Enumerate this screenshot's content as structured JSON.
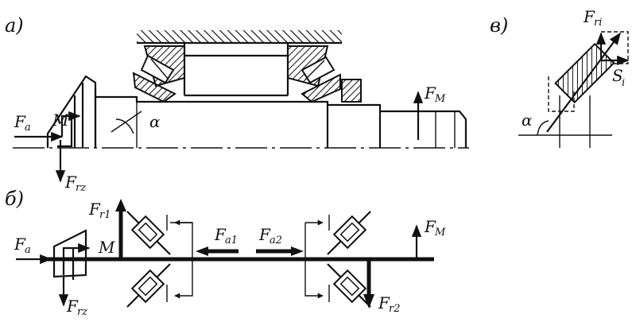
{
  "panels": {
    "a": "а)",
    "b": "б)",
    "v": "в)"
  },
  "labels_a": {
    "Fa": "F",
    "Fa_sub": "a",
    "M": "M",
    "Frz": "F",
    "Frz_sub": "rz",
    "alpha": "α",
    "FM": "F",
    "FM_sub": "M"
  },
  "labels_b": {
    "Fa": "F",
    "Fa_sub": "a",
    "Fr1": "F",
    "Fr1_sub": "r1",
    "M": "M",
    "Frz": "F",
    "Frz_sub": "rz",
    "Fa1": "F",
    "Fa1_sub": "a1",
    "Fa2": "F",
    "Fa2_sub": "a2",
    "FM": "F",
    "FM_sub": "M",
    "Fr2": "F",
    "Fr2_sub": "r2"
  },
  "labels_v": {
    "Fri": "F",
    "Fri_sub": "ri",
    "Si": "S",
    "Si_sub": "i",
    "alpha": "α"
  }
}
